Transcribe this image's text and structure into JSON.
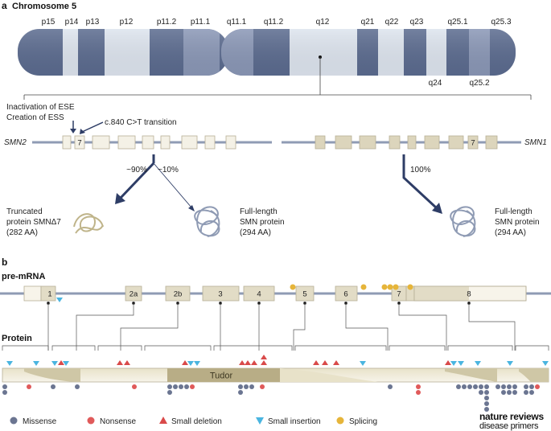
{
  "panel_a": {
    "letter": "a",
    "title": "Chromosome 5",
    "bands_top": [
      "p15",
      "p14",
      "p13",
      "p12",
      "p11.2",
      "p11.1",
      "q11.1",
      "q11.2",
      "q12",
      "q21",
      "q22",
      "q23",
      "q25.1",
      "q25.3"
    ],
    "bands_bottom": [
      "q24",
      "q25.2"
    ],
    "annotation_ese": "Inactivation of ESE",
    "annotation_ess": "Creation of ESS",
    "mutation": "c.840 C>T transition",
    "gene_smn2": "SMN2",
    "gene_smn1": "SMN1",
    "exon_label": "7",
    "pct_90": "~90%",
    "pct_10": "~10%",
    "pct_100": "100%",
    "truncated_line1": "Truncated",
    "truncated_line2": "protein SMNΔ7",
    "truncated_line3": "(282 AA)",
    "full_smn2_line1": "Full-length",
    "full_smn2_line2": "SMN protein",
    "full_smn2_line3": "(294 AA)",
    "full_smn1_line1": "Full-length",
    "full_smn1_line2": "SMN protein",
    "full_smn1_line3": "(294 AA)"
  },
  "panel_b": {
    "letter": "b",
    "premrna_title": "pre-mRNA",
    "protein_title": "Protein",
    "exons": [
      "1",
      "2a",
      "2b",
      "3",
      "4",
      "5",
      "6",
      "7",
      "8"
    ],
    "domain": "Tudor"
  },
  "legend": {
    "missense": "Missense",
    "nonsense": "Nonsense",
    "small_deletion": "Small deletion",
    "small_insertion": "Small insertion",
    "splicing": "Splicing"
  },
  "brand": {
    "line1": "nature reviews",
    "line2": "disease primers"
  },
  "colors": {
    "chromosome_dark": "#5b6b8f",
    "chromosome_light": "#dde4ee",
    "exon_fill": "#e2dcc6",
    "intron_line": "#8f9bb4",
    "arrow": "#3a4a73",
    "missense": "#6b7591",
    "nonsense": "#e05a5a",
    "small_deletion": "#d94a4a",
    "small_insertion": "#4ab5e0",
    "splicing": "#e6b53a"
  }
}
